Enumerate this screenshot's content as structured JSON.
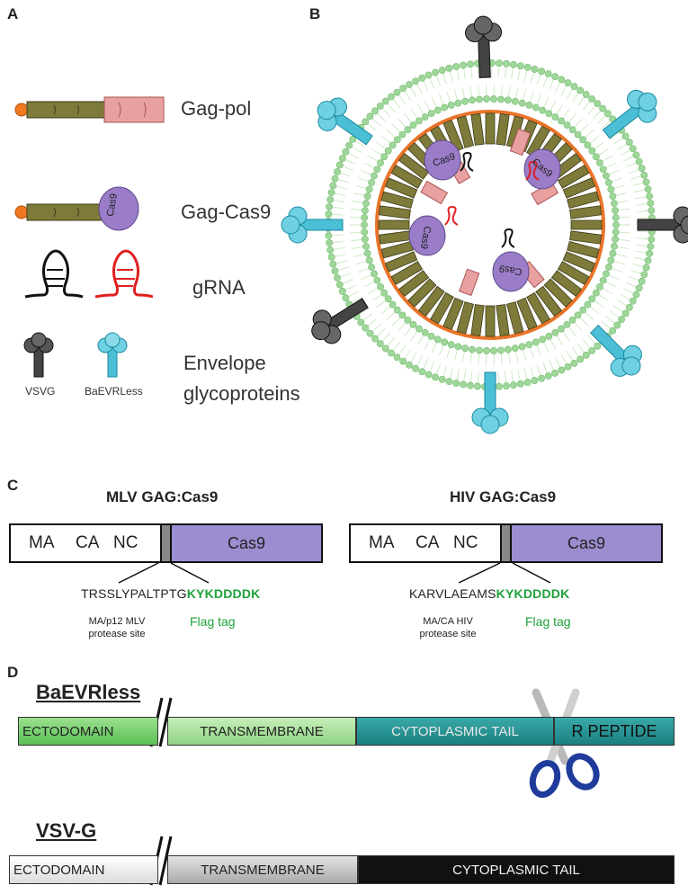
{
  "panels": {
    "a": "A",
    "b": "B",
    "c": "C",
    "d": "D"
  },
  "legend": {
    "gag_pol": "Gag-pol",
    "gag_cas9": "Gag-Cas9",
    "cas9_blob": "Cas9",
    "grna": "gRNA",
    "envelope_line1": "Envelope",
    "envelope_line2": "glycoproteins",
    "vsvg": "VSVG",
    "baevrless": "BaEVRLess"
  },
  "particle": {
    "cas9_labels": [
      "Cas9",
      "Cas9",
      "Cas9",
      "Cas9"
    ]
  },
  "panel_c": {
    "mlv": {
      "title": "MLV GAG:Cas9",
      "segments": [
        "MA",
        "CA",
        "NC"
      ],
      "cas9": "Cas9",
      "seq_prefix": "TRSSLYPALTPTG",
      "seq_flag": "KYKDDDDK",
      "site_line1": "MA/p12 MLV",
      "site_line2": "protease site",
      "flag_label": "Flag tag"
    },
    "hiv": {
      "title": "HIV GAG:Cas9",
      "segments": [
        "MA",
        "CA",
        "NC"
      ],
      "cas9": "Cas9",
      "seq_prefix": "KARVLAEAMS",
      "seq_flag": "KYKDDDDK",
      "site_line1": "MA/CA HIV",
      "site_line2": "protease site",
      "flag_label": "Flag tag"
    }
  },
  "panel_d": {
    "baevrless": {
      "title": "BaEVRless",
      "ecto": "ECTODOMAIN",
      "tm": "TRANSMEMBRANE",
      "cyto": "CYTOPLASMIC TAIL",
      "rpep": "R PEPTIDE"
    },
    "vsvg": {
      "title": "VSV-G",
      "ecto": "ECTODOMAIN",
      "tm": "TRANSMEMBRANE",
      "cyto": "CYTOPLASMIC TAIL"
    }
  },
  "colors": {
    "gag": "#7d7a3a",
    "pol": "#e9a0a0",
    "cas9": "#9a7cc8",
    "lipid": "#9fd79a",
    "vsvg": "#444444",
    "baev": "#4bbfd6",
    "ecto_green": "#6cc46a",
    "tm_green": "#a5dc96",
    "teal": "#1f8c8c",
    "cas9_bar": "#9b8dd0"
  }
}
